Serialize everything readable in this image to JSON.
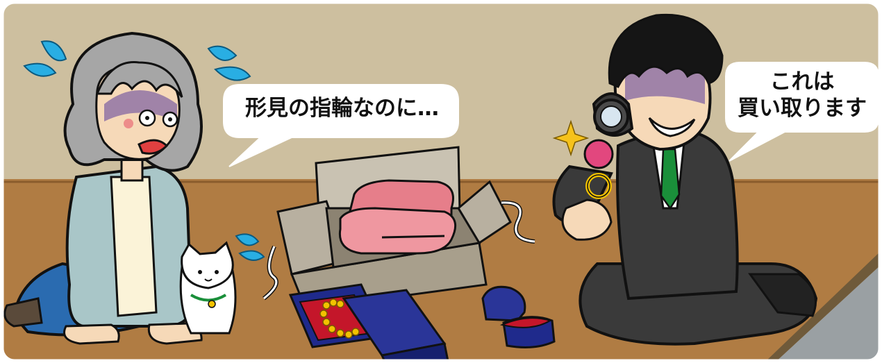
{
  "speech": {
    "woman": "形見の指輪なのに…",
    "buyer_line1": "これは",
    "buyer_line2": "買い取ります"
  },
  "colors": {
    "wall": "#cdbf9f",
    "floor": "#b07c43",
    "sweat": "#29aee3",
    "box_blue": "#1f2a8c",
    "towel_pink": "#e67e8a",
    "suit": "#3a3a3a",
    "tie": "#1a8f3a",
    "cardigan": "#a9c6c8"
  }
}
